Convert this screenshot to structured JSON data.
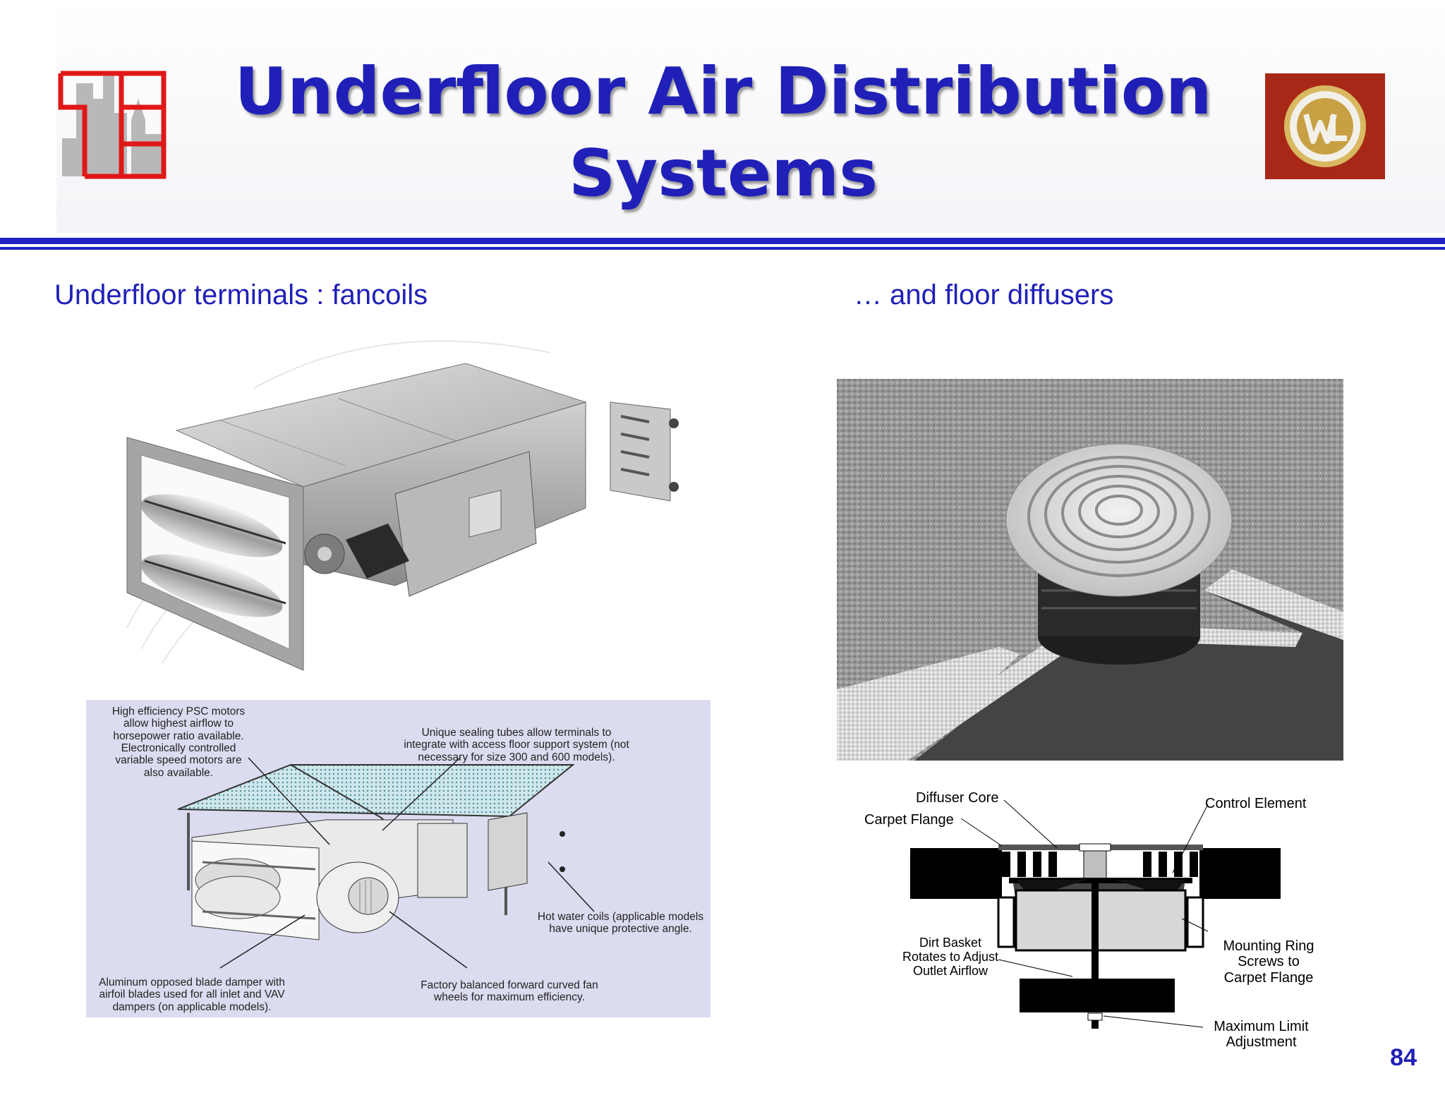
{
  "slide": {
    "title_line1": "Underfloor Air Distribution",
    "title_line2": "Systems",
    "left_heading": "Underfloor terminals : fancoils",
    "right_heading": "… and floor diffusers",
    "page_number": "84"
  },
  "fancoil_diagram": {
    "motors": "High efficiency PSC motors\nallow highest airflow to\nhorsepower ratio available.\nElectronically controlled\nvariable speed motors are\nalso available.",
    "sealing": "Unique sealing tubes allow terminals to\nintegrate with access floor support system (not\nnecessary for size 300 and 600 models).",
    "coils": "Hot water coils (applicable models\nhave unique protective angle.",
    "damper": "Aluminum opposed blade damper with\nairfoil blades used for all inlet and VAV\ndampers (on applicable models).",
    "fan": "Factory balanced forward curved fan\nwheels for maximum efficiency."
  },
  "diffuser_diagram": {
    "diffuser_core": "Diffuser Core",
    "carpet_flange": "Carpet Flange",
    "control_element": "Control Element",
    "dirt_basket": "Dirt Basket\nRotates to Adjust\nOutlet Airflow",
    "mounting_ring": "Mounting Ring\nScrews to\nCarpet Flange",
    "max_limit": "Maximum Limit\nAdjustment"
  },
  "colors": {
    "title": "#2020b8",
    "rule": "#2222c0",
    "logo_red": "#e01818",
    "badge_bg": "#a82818",
    "diagram_bg": "#dcdcf0"
  }
}
